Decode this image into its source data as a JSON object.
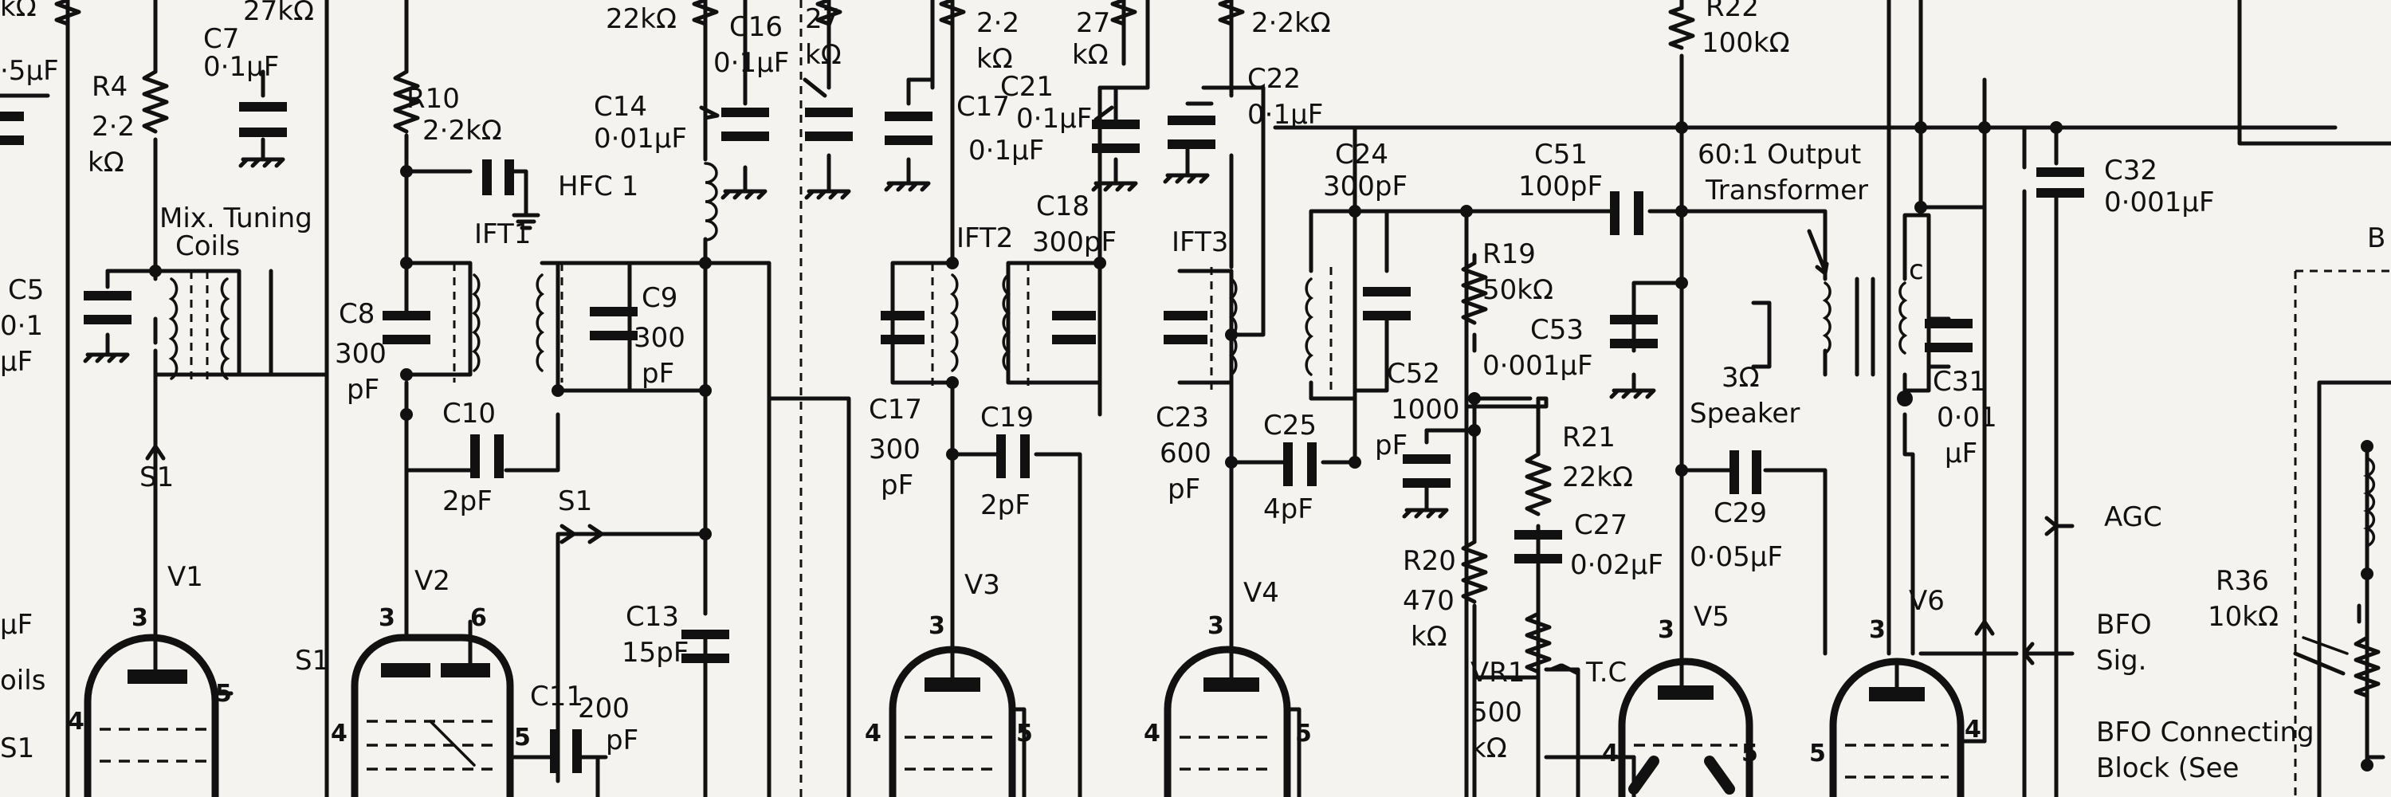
{
  "resistors": {
    "r4": "R4",
    "r4_val1": "2·2",
    "r4_val2": "kΩ",
    "r10": "R10",
    "r10_val": "2·2kΩ",
    "r22": "R22",
    "r22_val": "100kΩ",
    "r19": "R19",
    "r19_val": "50kΩ",
    "r21": "R21",
    "r21_val": "22kΩ",
    "r20": "R20",
    "r20_val1": "470",
    "r20_val2": "kΩ",
    "r36": "R36",
    "r36_val": "10kΩ",
    "top_a": "27kΩ",
    "top_b": "22kΩ",
    "top_c": "27",
    "top_d": "kΩ",
    "top_e": "2·2",
    "top_f": "kΩ",
    "top_g": "27",
    "top_h": "kΩ",
    "top_i": "2·2kΩ",
    "top_left": "kΩ"
  },
  "capacitors": {
    "c7": "C7",
    "c7_val": "0·1μF",
    "c5": "C5",
    "c5_v1": "0·1",
    "c5_v2": "μF",
    "c8": "C8",
    "c8_v1": "300",
    "c8_v2": "pF",
    "c9": "C9",
    "c9_v1": "300",
    "c9_v2": "pF",
    "c10": "C10",
    "c10_val": "2pF",
    "c11": "C11",
    "c11_v1": "200",
    "c11_v2": "pF",
    "c13": "C13",
    "c13_val": "15pF",
    "c14": "C14",
    "c14_val": "0·01μF",
    "c16": "C16",
    "c16_val": "0·1μF",
    "c17": "C17",
    "c17_val": "0·1μF",
    "c17b": "C17",
    "c17b_v1": "300",
    "c17b_v2": "pF",
    "c18": "C18",
    "c18_val": "300pF",
    "c19": "C19",
    "c19_val": "2pF",
    "c21": "C21",
    "c21_val": "0·1μF",
    "c22": "C22",
    "c22_val": "0·1μF",
    "c23": "C23",
    "c23_v1": "600",
    "c23_v2": "pF",
    "c24": "C24",
    "c24_val": "300pF",
    "c25": "C25",
    "c25_val": "4pF",
    "c27": "C27",
    "c27_val": "0·02μF",
    "c29": "C29",
    "c29_val": "0·05μF",
    "c31": "C31",
    "c31_v1": "0·01",
    "c31_v2": "μF",
    "c32": "C32",
    "c32_val": "0·001μF",
    "c51": "C51",
    "c51_val": "100pF",
    "c52": "C52",
    "c52_v1": "1000",
    "c52_v2": "pF",
    "c53": "C53",
    "c53_val": "0·001μF",
    "left_val": "·5μF"
  },
  "labels": {
    "mix_tuning1": "Mix. Tuning",
    "mix_tuning2": "Coils",
    "hfc1": "HFC 1",
    "ift1": "IFT1",
    "ift2": "IFT2",
    "ift3": "IFT3",
    "transformer1": "60:1 Output",
    "transformer2": "Transformer",
    "speaker1": "3Ω",
    "speaker2": "Speaker",
    "vr1": "VR1",
    "vr1_v1": "500",
    "vr1_v2": "kΩ",
    "tc": "T.C",
    "agc": "AGC",
    "bfo_sig1": "BFO",
    "bfo_sig2": "Sig.",
    "bfo_block1": "BFO Connecting",
    "bfo_block2": "Block (See",
    "s1": "S1",
    "left_uf": "μF",
    "left_oils": "oils",
    "right_b": "B",
    "c_mark": "c"
  },
  "valves": {
    "v1": "V1",
    "v2": "V2",
    "v3": "V3",
    "v4": "V4",
    "v5": "V5",
    "v6": "V6",
    "p3": "3",
    "p4": "4",
    "p5": "5",
    "p6": "6"
  }
}
